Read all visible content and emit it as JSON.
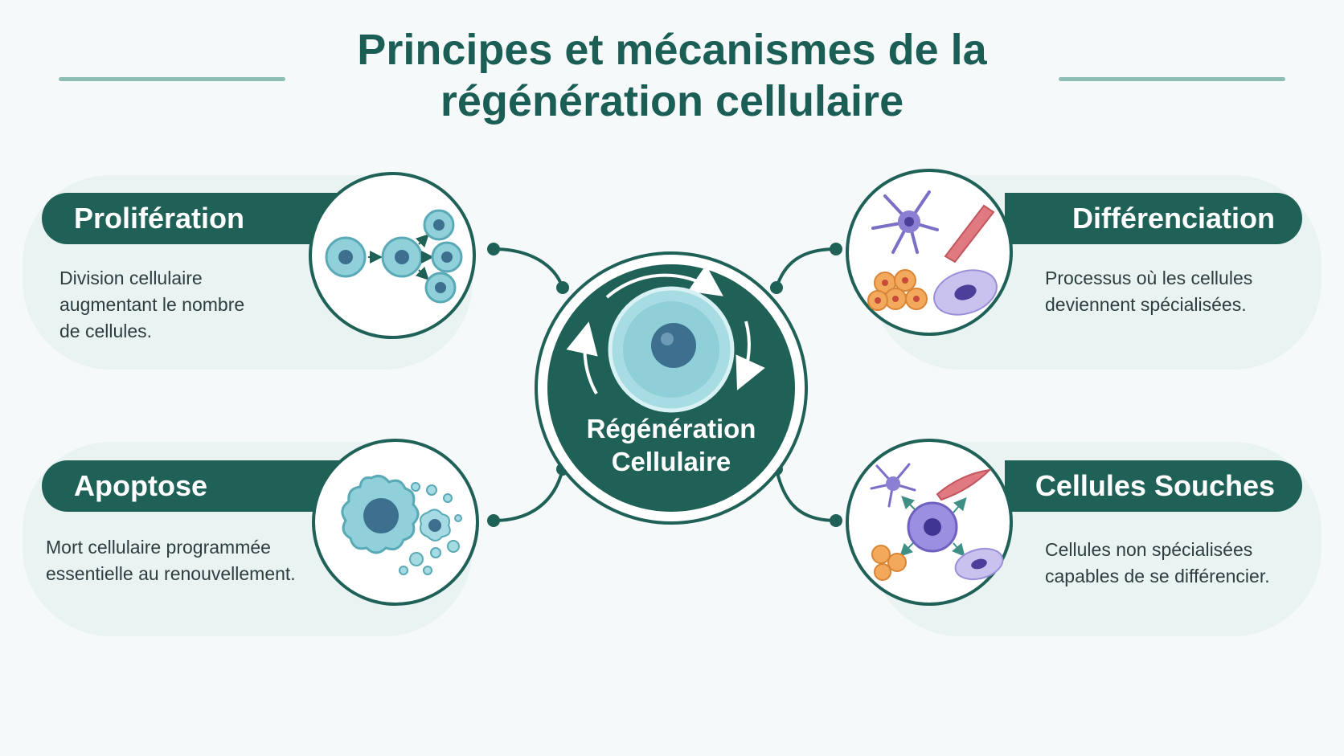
{
  "title": {
    "line1": "Principes et mécanismes de la",
    "line2": "régénération cellulaire"
  },
  "center": {
    "line1": "Régénération",
    "line2": "Cellulaire"
  },
  "cards": {
    "proliferation": {
      "title": "Prolifération",
      "desc": "Division cellulaire\naugmentant le nombre\nde cellules."
    },
    "differenciation": {
      "title": "Différenciation",
      "desc": "Processus où les cellules\ndeviennent spécialisées."
    },
    "apoptose": {
      "title": "Apoptose",
      "desc": "Mort cellulaire programmée\nessentielle au renouvellement."
    },
    "cellules_souches": {
      "title": "Cellules Souches",
      "desc": "Cellules non spécialisées\ncapables de se différencier."
    }
  },
  "colors": {
    "primary": "#1f6157",
    "card_bg": "#e9f3f1",
    "cell": "#7cc3cf",
    "nucleus": "#3d6f8e",
    "accent_purple": "#8b7fd4",
    "accent_red": "#d9636b",
    "accent_orange": "#f2a95c"
  }
}
